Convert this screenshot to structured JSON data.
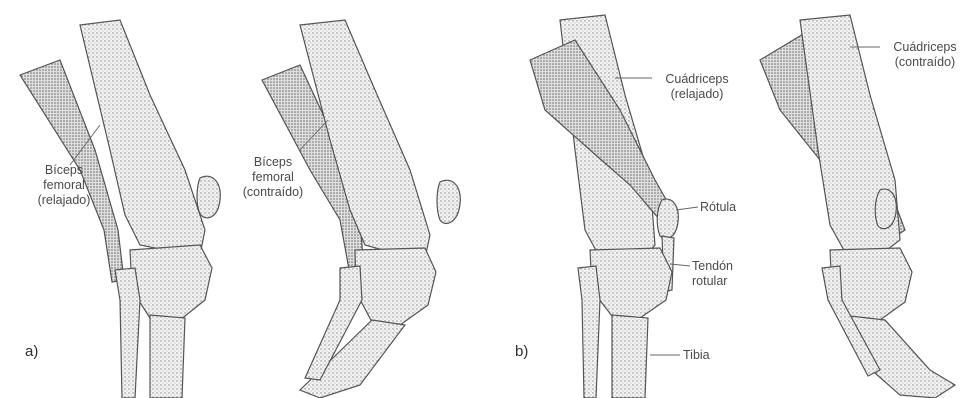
{
  "panels": {
    "a": "a)",
    "b": "b)"
  },
  "labels": {
    "biceps_relaxed": {
      "line1": "Bíceps",
      "line2": "femoral",
      "line3": "(relajado)"
    },
    "biceps_contracted": {
      "line1": "Bíceps",
      "line2": "femoral",
      "line3": "(contraído)"
    },
    "quadriceps_relaxed": {
      "line1": "Cuádriceps",
      "line2": "(relajado)"
    },
    "quadriceps_contracted": {
      "line1": "Cuádriceps",
      "line2": "(contraído)"
    },
    "patella": "Rótula",
    "patellar_tendon": {
      "line1": "Tendón",
      "line2": "rotular"
    },
    "tibia": "Tibia"
  },
  "colors": {
    "ink": "#555555",
    "bone_fill": "#e9e9e9",
    "label_text": "#4a4a4a"
  }
}
